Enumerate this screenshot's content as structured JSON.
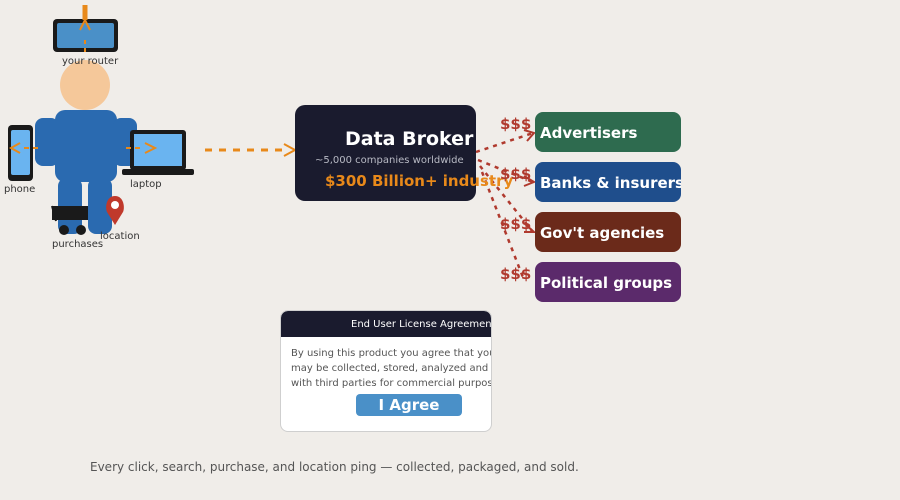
{
  "person": {
    "labels": {
      "router": "your router",
      "phone": "phone",
      "laptop": "laptop",
      "purchases": "purchases",
      "location": "location"
    }
  },
  "broker": {
    "title": "Data Broker",
    "subtitle": "~5,000 companies worldwide",
    "industry": "$300 Billion+ industry"
  },
  "buyers": [
    {
      "label": "Advertisers",
      "color": "#2e6b4f"
    },
    {
      "label": "Banks & insurers",
      "color": "#1f4e8c"
    },
    {
      "label": "Gov't agencies",
      "color": "#6b2a1a"
    },
    {
      "label": "Political groups",
      "color": "#5b2a6b"
    }
  ],
  "money_symbol": "$$$",
  "eula": {
    "title": "End User License Agreement",
    "lines": [
      "By using this product you agree that your data",
      "may be collected, stored, analyzed and shared",
      "with third parties for commercial purposes..."
    ],
    "button": "I Agree"
  },
  "footer": "Every click, search, purchase, and location ping — collected, packaged, and sold.",
  "colors": {
    "flow": "#e8891a",
    "money": "#b03a2e",
    "person": "#2a6ab0",
    "skin": "#f5c89a",
    "device_screen": "#6ab4f0",
    "device_frame": "#1a1a1a"
  }
}
